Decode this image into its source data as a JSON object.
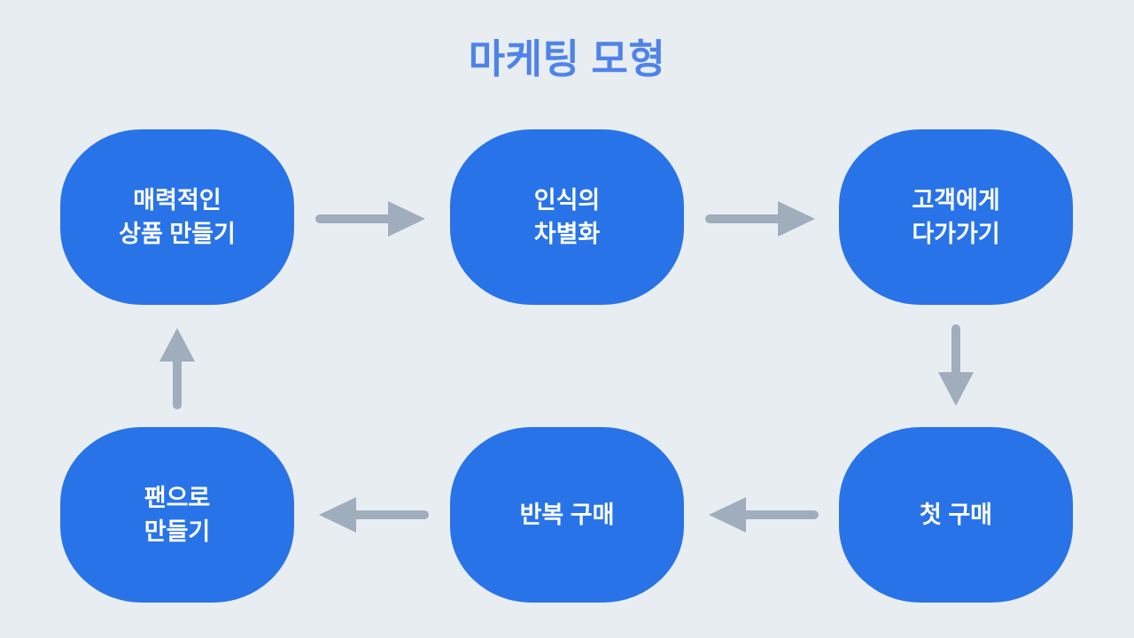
{
  "slide": {
    "title": "마케팅 모형",
    "background_color": "#e8edf2",
    "title_color": "#4f83e8",
    "node_color": "#2873e8",
    "node_text_color": "#ffffff",
    "arrow_color": "#a0adbd"
  },
  "nodes": [
    {
      "id": "node-1",
      "label": "매력적인\n상품 만들기",
      "position": "top-left"
    },
    {
      "id": "node-2",
      "label": "인식의\n차별화",
      "position": "top-center"
    },
    {
      "id": "node-3",
      "label": "고객에게\n다가가기",
      "position": "top-right"
    },
    {
      "id": "node-4",
      "label": "첫 구매",
      "position": "bottom-right"
    },
    {
      "id": "node-5",
      "label": "반복 구매",
      "position": "bottom-center"
    },
    {
      "id": "node-6",
      "label": "팬으로\n만들기",
      "position": "bottom-left"
    }
  ],
  "arrows": [
    {
      "id": "arrow-1-2",
      "from": "node-1",
      "to": "node-2",
      "direction": "right"
    },
    {
      "id": "arrow-2-3",
      "from": "node-2",
      "to": "node-3",
      "direction": "right"
    },
    {
      "id": "arrow-3-4",
      "from": "node-3",
      "to": "node-4",
      "direction": "down"
    },
    {
      "id": "arrow-4-5",
      "from": "node-4",
      "to": "node-5",
      "direction": "left"
    },
    {
      "id": "arrow-5-6",
      "from": "node-5",
      "to": "node-6",
      "direction": "left"
    },
    {
      "id": "arrow-6-1",
      "from": "node-6",
      "to": "node-1",
      "direction": "up"
    }
  ]
}
